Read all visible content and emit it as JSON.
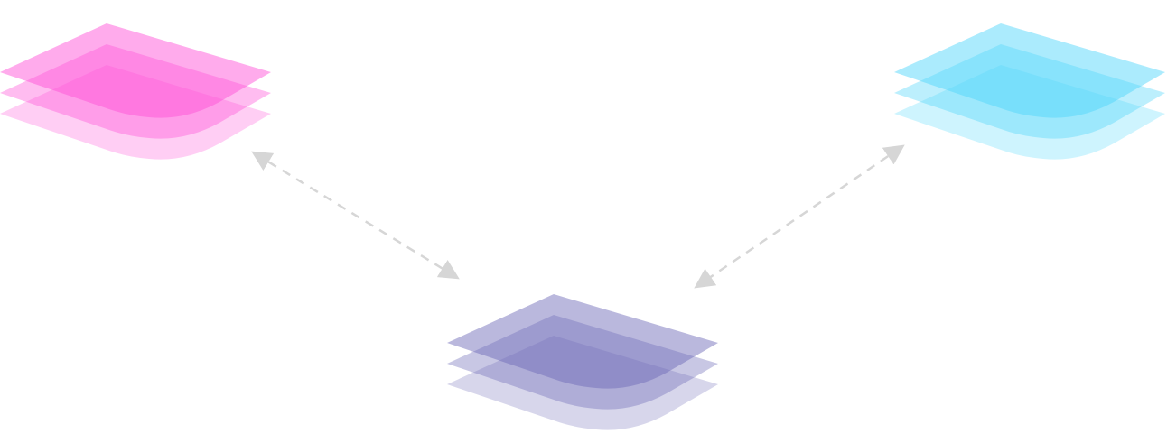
{
  "nodes": [
    {
      "id": "pink-stack",
      "icon": "layers-icon",
      "color": "#ff4fd8"
    },
    {
      "id": "cyan-stack",
      "icon": "layers-icon",
      "color": "#4fd6fb"
    },
    {
      "id": "purple-stack",
      "icon": "layers-icon",
      "color": "#6e6bb8"
    }
  ],
  "connectors": [
    {
      "from": "pink-stack",
      "to": "purple-stack",
      "style": "dashed",
      "arrows": "both",
      "color": "#d6d6d6"
    },
    {
      "from": "cyan-stack",
      "to": "purple-stack",
      "style": "dashed",
      "arrows": "both",
      "color": "#d6d6d6"
    }
  ]
}
